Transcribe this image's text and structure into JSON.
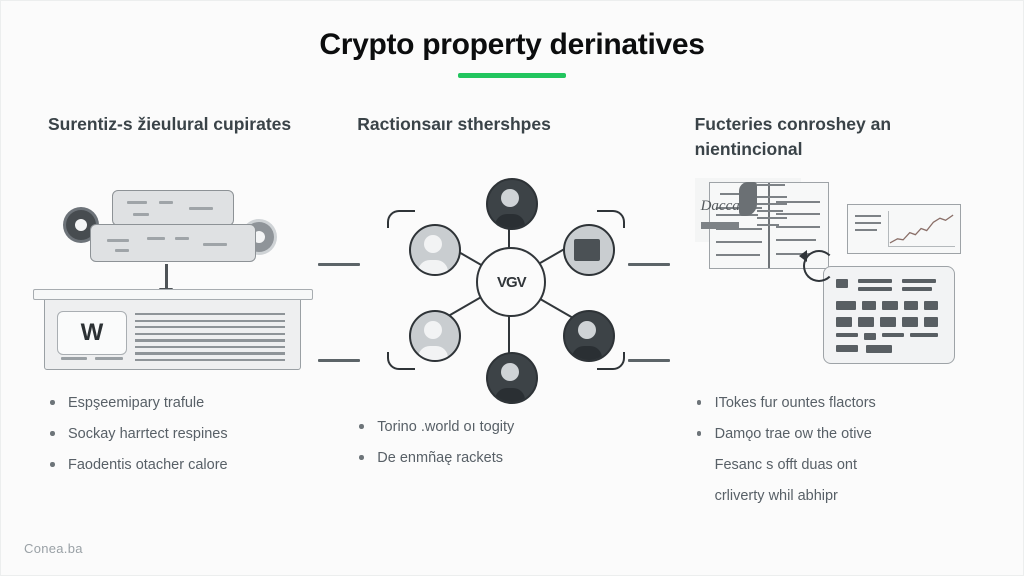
{
  "slide": {
    "title": "Crypto property derinatives",
    "accent_color": "#22c55e",
    "background_color": "#fbfbfb",
    "footer": "Conea.ba"
  },
  "columns": [
    {
      "heading": "Surentiz-s žieulural cupirates",
      "illustration": {
        "name": "blocks-to-document",
        "badge_label": "W"
      },
      "bullets": [
        "Espşeemipary trafule",
        "Sockay harrtect respines",
        "Faodentis otacher calore"
      ]
    },
    {
      "heading": "Ractionsaır sthershpes",
      "illustration": {
        "name": "hub-and-spoke-network",
        "hub_label": "VGV"
      },
      "bullets": [
        "Torino .world oı togity",
        "De enmñaę rackets"
      ]
    },
    {
      "heading": "Fucteries conroshey an nientincional",
      "illustration": {
        "name": "documents-chart-dashboard",
        "poster_signature": "Dacca"
      },
      "bullets": [
        "ITokes fur ountes flactors",
        "Damǫo trae ow the otive",
        "Fesanc s offt duas ont",
        "crliverty whil abhipr"
      ]
    }
  ],
  "connectors": [
    {
      "name": "connector-col1-col2-top"
    },
    {
      "name": "connector-col1-col2-bottom"
    },
    {
      "name": "connector-col2-col3-top"
    },
    {
      "name": "connector-col2-col3-bottom"
    }
  ]
}
